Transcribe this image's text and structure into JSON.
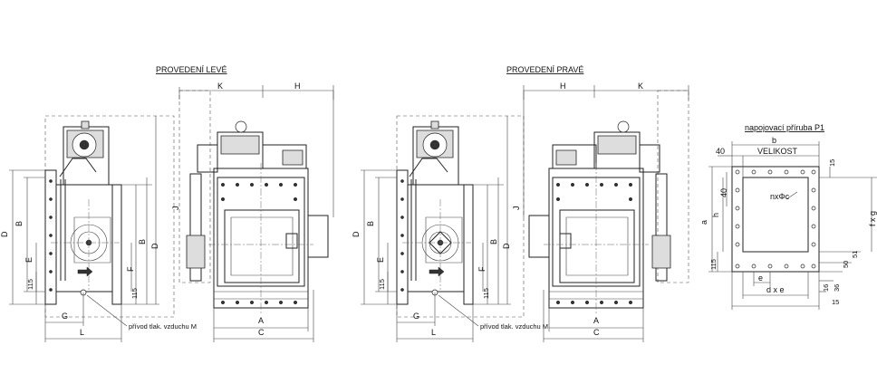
{
  "titles": {
    "left_variant": "PROVEDENÍ LEVÉ",
    "right_variant": "PROVEDENÍ PRAVÉ",
    "flange": "napojovací příruba P1"
  },
  "dimensions": {
    "K": "K",
    "H": "H",
    "J": "J",
    "D": "D",
    "B": "B",
    "E": "E",
    "F": "F",
    "G": "G",
    "L": "L",
    "A": "A",
    "C": "C",
    "v115": "115",
    "a": "a",
    "b": "b",
    "h": "h",
    "v40": "40",
    "v15": "15",
    "v50": "50",
    "v51": "51",
    "v16": "16",
    "v36": "36",
    "e": "e",
    "dxe": "d x e",
    "fxg": "f x g",
    "velikost": "VELIKOST",
    "holes": "nxΦc"
  },
  "notes": {
    "air_supply": "přívod tlak. vzduchu M"
  }
}
